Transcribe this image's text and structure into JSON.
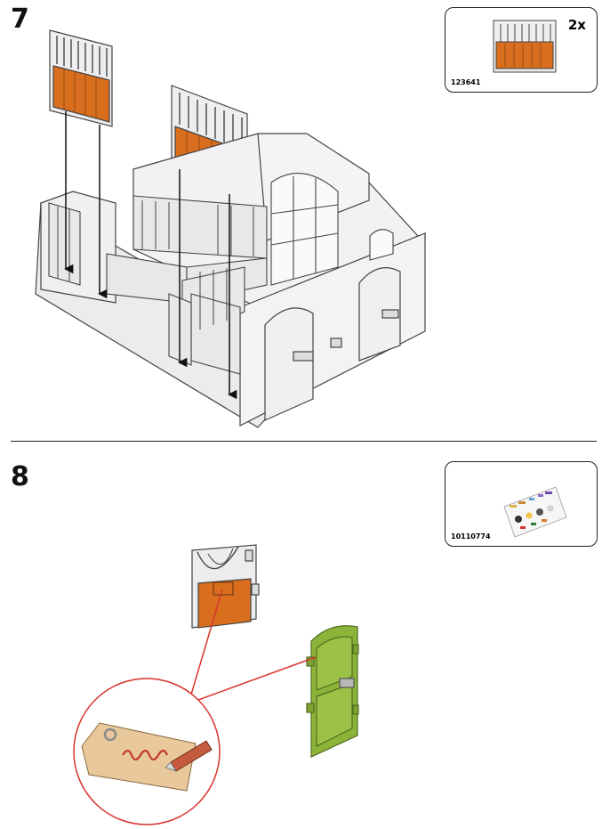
{
  "step7": {
    "number": "7",
    "part": {
      "quantity": "2x",
      "id": "123641"
    }
  },
  "step8": {
    "number": "8",
    "part": {
      "id": "10110774"
    }
  },
  "colors": {
    "orange": "#d86e1e",
    "green": "#8db43a",
    "outline": "#444444",
    "grey": "#e9e9eb",
    "red": "#d9342b",
    "wood": "#e9c99b"
  }
}
